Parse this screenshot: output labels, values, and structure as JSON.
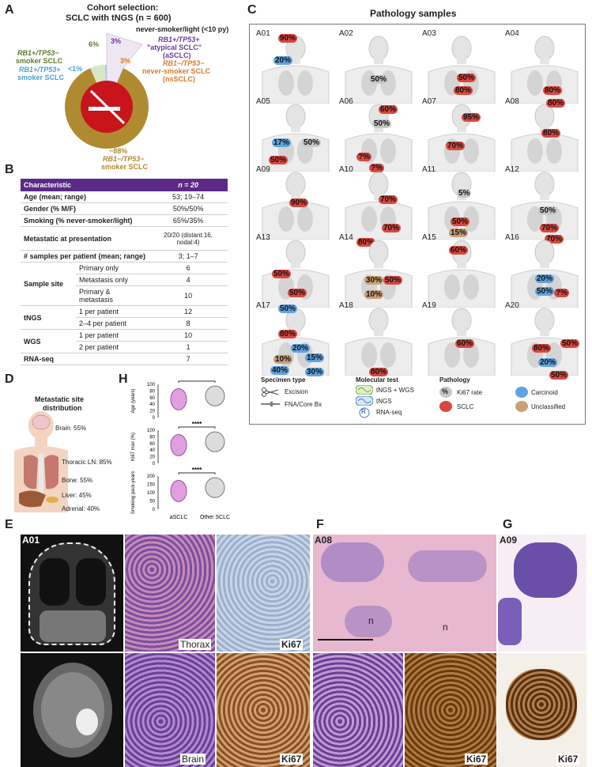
{
  "panel_letters": {
    "a": "A",
    "b": "B",
    "c": "C",
    "d": "D",
    "e": "E",
    "f": "F",
    "g": "G",
    "h": "H"
  },
  "panelA": {
    "title_line1": "Cohort selection:",
    "title_line2": "SCLC with tNGS (n = 600)",
    "segments": [
      {
        "pct": "6%",
        "label1": "RB1+/TP53−",
        "label2": "smoker SCLC",
        "color": "#5a7a2a"
      },
      {
        "pct": "<1%",
        "label1": "RB1+/TP53+",
        "label2": "smoker SCLC",
        "color": "#4a9fd8"
      },
      {
        "pct": "3%",
        "label1": "RB1+/TP53+",
        "label2": "\"atypical SCLC\"",
        "label3": "(aSCLC)",
        "color": "#6a3a9a"
      },
      {
        "pct": "3%",
        "label1": "RB1−/TP53−",
        "label2": "never-smoker SCLC",
        "label3": "(nsSCLC)",
        "color": "#d97a2a"
      },
      {
        "pct": "~88%",
        "label1": "RB1−/TP53−",
        "label2": "smoker SCLC",
        "color": "#b08a30"
      }
    ],
    "never_smoker_note": "never-smoker/light (<10 py)"
  },
  "panelB": {
    "header": [
      "Characteristic",
      "n = 20"
    ],
    "rows": [
      {
        "k": "Age (mean; range)",
        "v": "53; 19–74"
      },
      {
        "k": "Gender (% M/F)",
        "v": "50%/50%"
      },
      {
        "k": "Smoking (% never-smoker/light)",
        "v": "65%/35%"
      },
      {
        "k": "Metastatic at presentation",
        "v": "20/20 (distant:16, nodal:4)"
      },
      {
        "k": "# samples per patient (mean; range)",
        "v": "3; 1–7"
      }
    ],
    "groups": [
      {
        "k": "Sample site",
        "sub": [
          [
            "Primary only",
            "6"
          ],
          [
            "Metastasis only",
            "4"
          ],
          [
            "Primary & metastasis",
            "10"
          ]
        ]
      },
      {
        "k": "tNGS",
        "sub": [
          [
            "1 per patient",
            "12"
          ],
          [
            "2–4 per patient",
            "8"
          ]
        ]
      },
      {
        "k": "WGS",
        "sub": [
          [
            "1 per patient",
            "10"
          ],
          [
            "2 per patient",
            "1"
          ]
        ]
      }
    ],
    "last": {
      "k": "RNA-seq",
      "v": "7"
    }
  },
  "panelC": {
    "title": "Pathology samples",
    "patients": [
      {
        "id": "A01",
        "tags": [
          "90%",
          "20%"
        ]
      },
      {
        "id": "A02",
        "tags": [
          "50%"
        ]
      },
      {
        "id": "A03",
        "tags": [
          "50%",
          "80%"
        ]
      },
      {
        "id": "A04",
        "tags": [
          "80%"
        ]
      },
      {
        "id": "A05",
        "tags": [
          "17%",
          "50%",
          "50%"
        ]
      },
      {
        "id": "A06",
        "tags": [
          "60%",
          "50%",
          "?%",
          "?%"
        ]
      },
      {
        "id": "A07",
        "tags": [
          "95%",
          "70%"
        ]
      },
      {
        "id": "A08",
        "tags": [
          "80%",
          "80%"
        ]
      },
      {
        "id": "A09",
        "tags": [
          "90%"
        ]
      },
      {
        "id": "A10",
        "tags": [
          "70%",
          "70%",
          "80%"
        ]
      },
      {
        "id": "A11",
        "tags": [
          "5%",
          "50%",
          "15%"
        ]
      },
      {
        "id": "A12",
        "tags": [
          "50%",
          "70%",
          "70%"
        ]
      },
      {
        "id": "A13",
        "tags": [
          "50%",
          "50%"
        ]
      },
      {
        "id": "A14",
        "tags": [
          "30%",
          "50%",
          "10%"
        ]
      },
      {
        "id": "A15",
        "tags": [
          "60%"
        ]
      },
      {
        "id": "A16",
        "tags": [
          "20%",
          "50%",
          "?%"
        ]
      },
      {
        "id": "A17",
        "tags": [
          "50%",
          "80%",
          "20%",
          "10%",
          "15%",
          "40%",
          "30%"
        ]
      },
      {
        "id": "A18",
        "tags": [
          "80%"
        ]
      },
      {
        "id": "A19",
        "tags": [
          "60%"
        ]
      },
      {
        "id": "A20",
        "tags": [
          "80%",
          "50%",
          "20%",
          "50%"
        ]
      }
    ],
    "legend": {
      "specimen_title": "Specimen type",
      "excision": "Excision",
      "fna": "FNA/Core Bx",
      "molecular_title": "Molecular test",
      "tngs_wgs": "tNGS + WGS",
      "tngs": "tNGS",
      "rnaseq": "RNA-seq",
      "pathology_title": "Pathology",
      "ki67": "Ki67 rate",
      "sclc": "SCLC",
      "carcinoid": "Carcinoid",
      "unclassified": "Unclassified",
      "pct_symbol": "%",
      "r_symbol": "R"
    }
  },
  "panelD": {
    "title_line1": "Metastatic site",
    "title_line2": "distribution",
    "sites": [
      {
        "label": "Brain: 55%"
      },
      {
        "label": "Thoracic LN: 85%"
      },
      {
        "label": "Bone: 55%"
      },
      {
        "label": "Liver: 45%"
      },
      {
        "label": "Adrenal: 40%"
      }
    ]
  },
  "panelH": {
    "plots": [
      {
        "ylabel": "Age (years)",
        "ticks": [
          "100",
          "80",
          "60",
          "40",
          "20",
          "0"
        ],
        "sig": "****"
      },
      {
        "ylabel": "Ki67 max (%)",
        "ticks": [
          "100",
          "80",
          "60",
          "40",
          "20",
          "0"
        ],
        "sig": "****"
      },
      {
        "ylabel": "Smoking pack-years",
        "ticks": [
          "200",
          "150",
          "100",
          "50",
          "0"
        ],
        "sig": "****"
      }
    ],
    "xcats": [
      "aSCLC",
      "Other SCLC"
    ]
  },
  "panelE": {
    "id": "A01",
    "label_thorax": "Thorax",
    "label_brain": "Brain",
    "ki67_1": "Ki67",
    "ki67_2": "Ki67"
  },
  "panelF": {
    "id": "A08",
    "n1": "n",
    "n2": "n",
    "ki67": "Ki67"
  },
  "panelG": {
    "id": "A09",
    "ki67": "Ki67"
  },
  "colors": {
    "purple": "#5b2a86",
    "sclc_red": "#d9473e",
    "carcinoid_blue": "#5fa3e0",
    "unclassified_tan": "#c9a077",
    "he_pink": "#d9a0c8",
    "he_purple": "#7a4fa0",
    "ihc_brown": "#8a5020"
  }
}
